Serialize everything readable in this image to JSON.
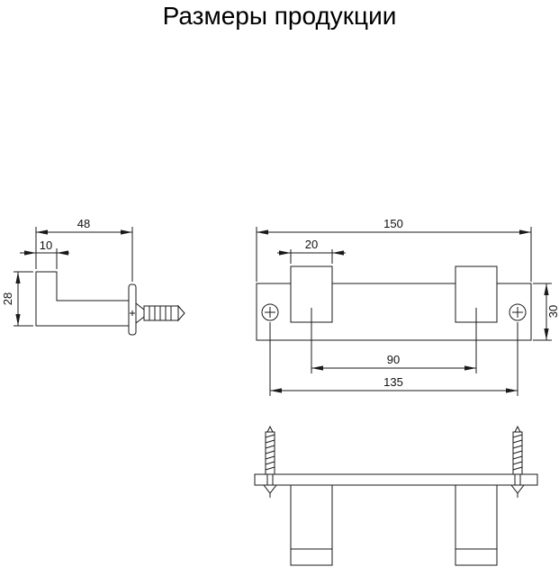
{
  "title": "Размеры продукции",
  "drawing": {
    "stroke_color": "#1a1a1a",
    "background": "#ffffff"
  },
  "side_view": {
    "dims": {
      "total_depth": "48",
      "hook_thickness": "10",
      "hook_height": "28"
    }
  },
  "front_view": {
    "dims": {
      "total_width": "150",
      "hook_width": "20",
      "bar_height": "30",
      "hook_spacing": "90",
      "screw_spacing": "135"
    }
  }
}
